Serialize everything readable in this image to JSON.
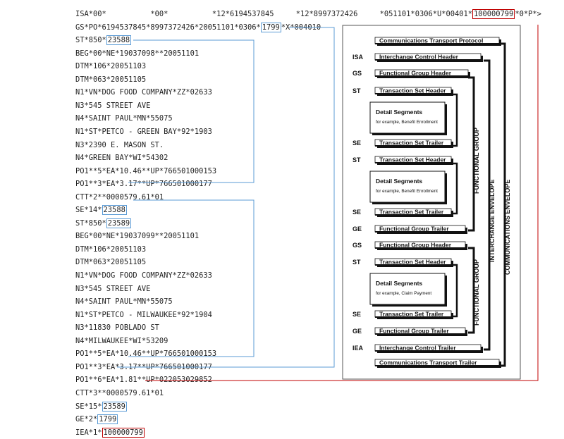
{
  "edi": {
    "lines": [
      "ISA*00*          *00*          *12*6194537845     *12*8997372426     *051101*0306*U*00401*100000799*0*P*>",
      "GS*PO*6194537845*8997372426*20051101*0306*1799*X*004010",
      "ST*850*23588",
      "BEG*00*NE*19037098**20051101",
      "DTM*106*20051103",
      "DTM*063*20051105",
      "N1*VN*DOG FOOD COMPANY*ZZ*02633",
      "N3*545 STREET AVE",
      "N4*SAINT PAUL*MN*55075",
      "N1*ST*PETCO - GREEN BAY*92*1903",
      "N3*2390 E. MASON ST.",
      "N4*GREEN BAY*WI*54302",
      "PO1**5*EA*10.46**UP*766501000153",
      "PO1**3*EA*3.17**UP*766501000177",
      "CTT*2**0000579.61*01",
      "SE*14*23588",
      "ST*850*23589",
      "BEG*00*NE*19037099**20051101",
      "DTM*106*20051103",
      "DTM*063*20051105",
      "N1*VN*DOG FOOD COMPANY*ZZ*02633",
      "N3*545 STREET AVE",
      "N4*SAINT PAUL*MN*55075",
      "N1*ST*PETCO - MILWAUKEE*92*1904",
      "N3*11830 POBLADO ST",
      "N4*MILWAUKEE*WI*53209",
      "PO1**5*EA*10.46**UP*766501000153",
      "PO1**3*EA*3.17**UP*766501000177",
      "PO1**6*EA*1.81**UP*022053029852",
      "CTT*3**0000579.61*01",
      "SE*15*23589",
      "GE*2*1799",
      "IEA*1*100000799"
    ],
    "highlight_blue": [
      "23588",
      "1799",
      "23589"
    ],
    "highlight_red": [
      "100000799"
    ]
  },
  "diagram": {
    "outer_title": "Communications Transport Protocol",
    "outer_trailer": "Communications Transport Trailer",
    "envelopes": [
      "COMMUNICATIONS ENVELOPE",
      "INTERCHANGE ENVELOPE",
      "FUNCTIONAL GROUP",
      "FUNCTIONAL GROUP"
    ],
    "rows": [
      {
        "code": "ISA",
        "label": "Interchange Control Header"
      },
      {
        "code": "GS",
        "label": "Functional Group Header"
      },
      {
        "code": "ST",
        "label": "Transaction Set Header"
      },
      {
        "code": "SE",
        "label": "Transaction Set Trailer"
      },
      {
        "code": "ST",
        "label": "Transaction Set Header"
      },
      {
        "code": "SE",
        "label": "Transaction Set Trailer"
      },
      {
        "code": "GE",
        "label": "Functional Group Trailer"
      },
      {
        "code": "GS",
        "label": "Functional Group Header"
      },
      {
        "code": "ST",
        "label": "Transaction Set Header"
      },
      {
        "code": "SE",
        "label": "Transaction Set Trailer"
      },
      {
        "code": "GE",
        "label": "Functional Group Trailer"
      },
      {
        "code": "IEA",
        "label": "Interchange Control Trailer"
      }
    ],
    "details": [
      {
        "title": "Detail Segments",
        "sub": "for example, Benefit Enrollment"
      },
      {
        "title": "Detail Segments",
        "sub": "for example, Benefit Enrollment"
      },
      {
        "title": "Detail Segments",
        "sub": "for example, Claim Payment"
      }
    ],
    "colors": {
      "blue_link": "#5b9bd5",
      "red_link": "#c00000",
      "shadow": "#111111"
    }
  }
}
